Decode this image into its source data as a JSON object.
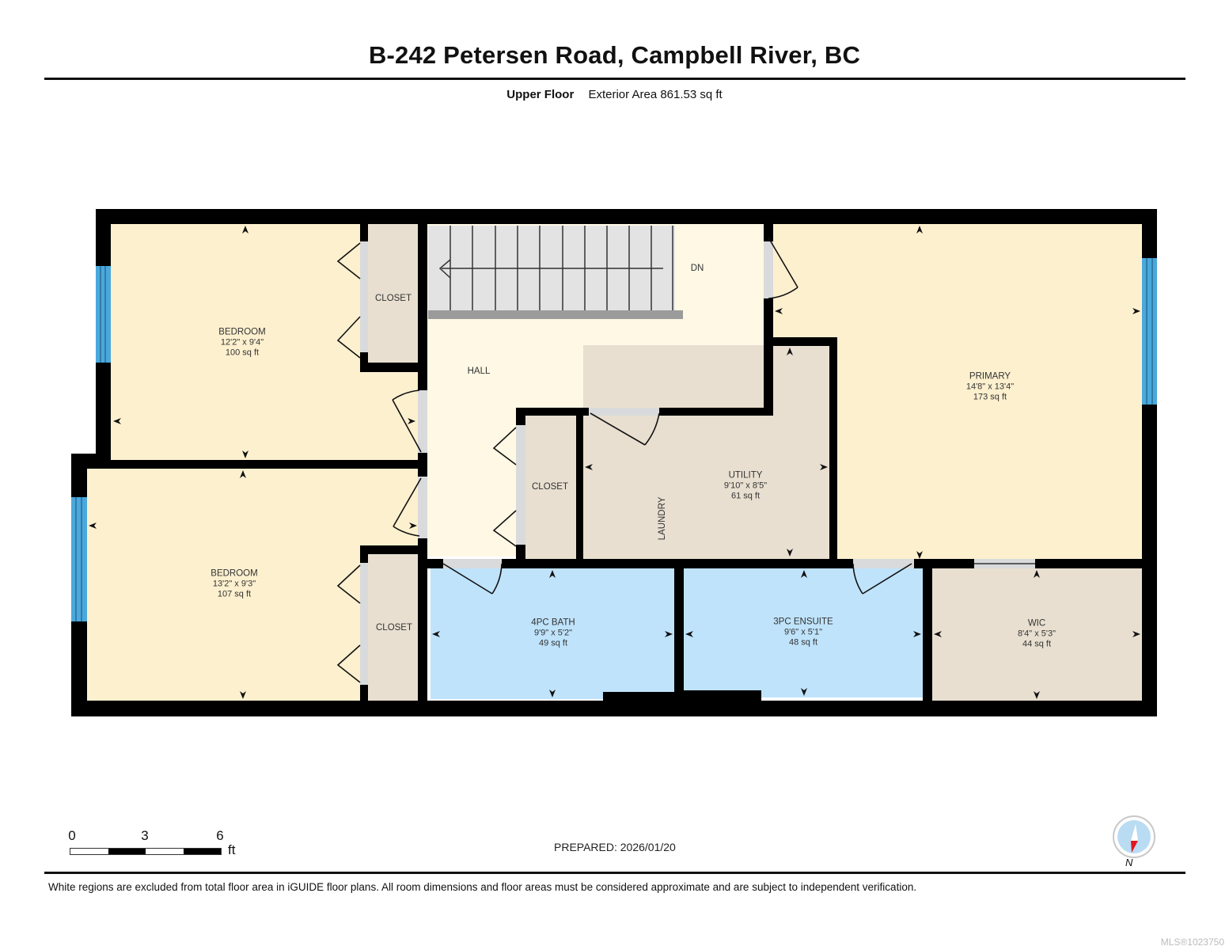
{
  "header": {
    "title": "B-242 Petersen Road, Campbell River, BC",
    "floor_name": "Upper Floor",
    "exterior_area": "Exterior Area 861.53 sq ft"
  },
  "colors": {
    "wall": "#000000",
    "bedroom_fill": "#fdf0cf",
    "hall_fill": "#fef8e4",
    "closet_fill": "#e8dfd0",
    "bath_fill": "#bfe3fb",
    "window": "#4aa8dc",
    "door_opening": "#d9dadb",
    "stairs_fill": "#e3e3e3"
  },
  "rooms": [
    {
      "id": "bedroom-1",
      "name": "BEDROOM",
      "dims": "12'2\" x 9'4\"",
      "area": "100 sq ft"
    },
    {
      "id": "bedroom-2",
      "name": "BEDROOM",
      "dims": "13'2\" x 9'3\"",
      "area": "107 sq ft"
    },
    {
      "id": "primary",
      "name": "PRIMARY",
      "dims": "14'8\" x 13'4\"",
      "area": "173 sq ft"
    },
    {
      "id": "utility",
      "name": "UTILITY",
      "dims": "9'10\" x 8'5\"",
      "area": "61 sq ft"
    },
    {
      "id": "4pc-bath",
      "name": "4PC BATH",
      "dims": "9'9\" x 5'2\"",
      "area": "49 sq ft"
    },
    {
      "id": "3pc-ensuite",
      "name": "3PC ENSUITE",
      "dims": "9'6\" x 5'1\"",
      "area": "48 sq ft"
    },
    {
      "id": "wic",
      "name": "WIC",
      "dims": "8'4\" x 5'3\"",
      "area": "44 sq ft"
    }
  ],
  "labels": {
    "closet": "CLOSET",
    "hall": "HALL",
    "stairs_down": "DN",
    "laundry": "LAUNDRY"
  },
  "scale_bar": {
    "ticks": [
      "0",
      "3",
      "6"
    ],
    "unit": "ft"
  },
  "compass": {
    "label": "N"
  },
  "footer": {
    "prepared": "PREPARED: 2026/01/20",
    "disclaimer": "White regions are excluded from total floor area in iGUIDE floor plans. All room dimensions and floor areas must be considered approximate and are subject to independent verification.",
    "mls": "MLS®1023750"
  }
}
